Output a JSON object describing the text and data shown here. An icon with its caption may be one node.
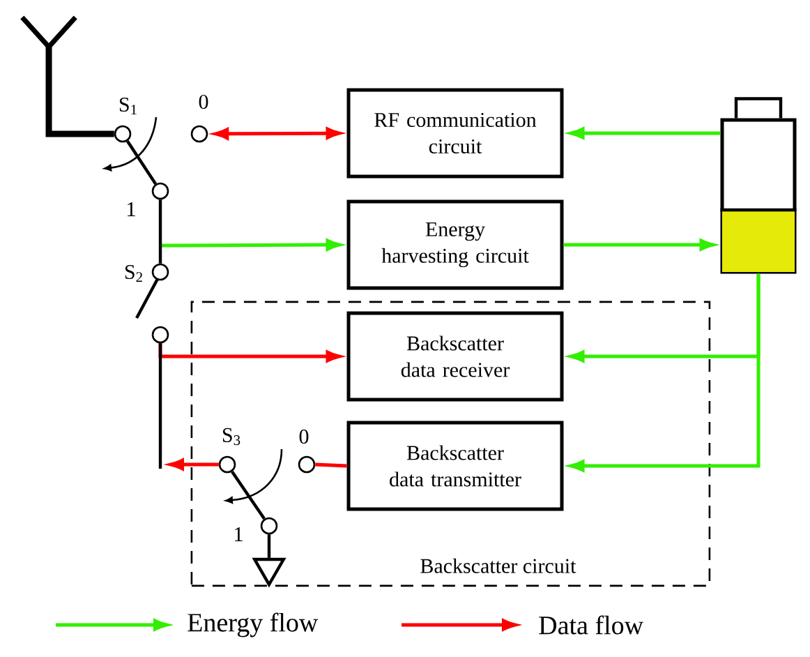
{
  "diagram": {
    "nodes": [
      {
        "text": [
          "RF communication circuit"
        ]
      },
      {
        "text": [
          "Energy harvesting circuit"
        ]
      },
      {
        "text": [
          "Backscatter circuit"
        ]
      },
      {
        "text": [
          "Backscatter data receiver"
        ],
        "in": 2
      },
      {
        "text": [
          "Backscatter data transmitter"
        ],
        "in": 2
      },
      {
        "text": [],
        "shape": "battery"
      },
      {
        "text": [],
        "shape": "circle",
        "beside": [
          "0"
        ]
      },
      {
        "text": [],
        "shape": "circle"
      },
      {
        "text": [],
        "shape": "circle",
        "in": 2,
        "beside": [
          "S$_{3}$"
        ]
      },
      {
        "text": [],
        "shape": "circle",
        "in": 2,
        "beside": [
          "0"
        ]
      },
      {
        "text": [],
        "shape": "antenna"
      },
      {
        "text": [],
        "shape": "circle",
        "beside": [
          "S$_{1}$"
        ]
      },
      {
        "text": [],
        "shape": "circle",
        "beside": [
          "1"
        ]
      },
      {
        "text": [],
        "shape": "circle",
        "beside": [
          "S$_{2}$"
        ]
      },
      {
        "text": [],
        "shape": "circle",
        "in": 2,
        "beside": [
          "1"
        ]
      },
      {
        "text": [],
        "shape": "ground",
        "in": 2
      }
    ],
    "edges": [
      {
        "from": 6,
        "to": 0,
        "arrow": "both",
        "color": "#ff0000"
      },
      {
        "from": null,
        "to": 1,
        "arrow": "to",
        "color": "#33ee00"
      },
      {
        "from": 7,
        "to": 3,
        "arrow": "to",
        "color": "#ff0000"
      },
      {
        "from": 4,
        "to": 9,
        "arrow": "none",
        "color": "#ff0000"
      },
      {
        "from": 8,
        "to": null,
        "arrow": "to",
        "color": "#ff0000"
      },
      {
        "from": 5,
        "to": 0,
        "arrow": "to",
        "color": "#33ee00"
      },
      {
        "from": 1,
        "to": 5,
        "arrow": "to",
        "color": "#33ee00"
      },
      {
        "from": 5,
        "to": 3,
        "arrow": "to",
        "color": "#33ee00"
      },
      {
        "from": 5,
        "to": 4,
        "arrow": "to",
        "color": "#33ee00"
      },
      {
        "from": 10,
        "to": 11,
        "arrow": "none",
        "style": "thick"
      },
      {
        "from": 12,
        "to": 13,
        "arrow": "none"
      },
      {
        "from": 7,
        "to": null,
        "arrow": "none"
      },
      {
        "from": 14,
        "to": 15,
        "arrow": "none"
      },
      {
        "from": 11,
        "to": 12,
        "arrow": "none"
      },
      {
        "from": 8,
        "to": 14,
        "arrow": "none"
      }
    ],
    "legend": [
      {
        "text": "Energy flow"
      },
      {
        "text": "Data flow"
      }
    ]
  }
}
